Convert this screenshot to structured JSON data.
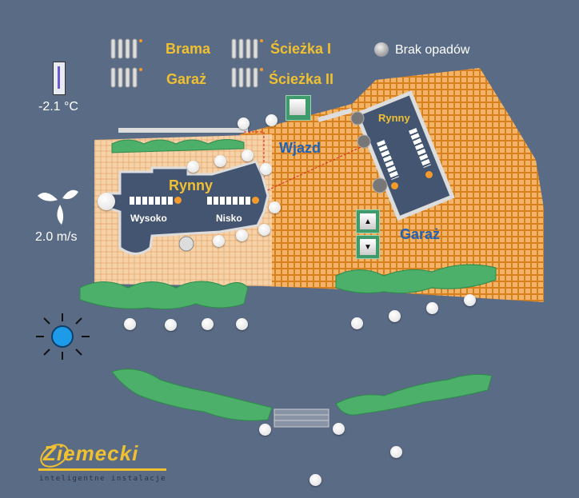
{
  "weather": {
    "temperature": "-2.1 °C",
    "wind": "2.0 m/s",
    "rain": "Brak opadów"
  },
  "gates": [
    {
      "label": "Brama"
    },
    {
      "label": "Garaż"
    },
    {
      "label": "Ścieżka I"
    },
    {
      "label": "Ścieżka II"
    }
  ],
  "house": {
    "title": "Rynny",
    "left_label": "Wysoko",
    "right_label": "Nisko"
  },
  "garage": {
    "title": "Rynny",
    "label": "Garaż",
    "up": "▲",
    "down": "▼"
  },
  "driveway": {
    "label": "Wjazd"
  },
  "logo": {
    "name": "Ziemecki",
    "tagline": "inteligentne instalacje"
  },
  "colors": {
    "background": "#5a6b85",
    "label_yellow": "#f0c030",
    "label_blue": "#1f63b8",
    "lot_orange": "#e89a40"
  }
}
